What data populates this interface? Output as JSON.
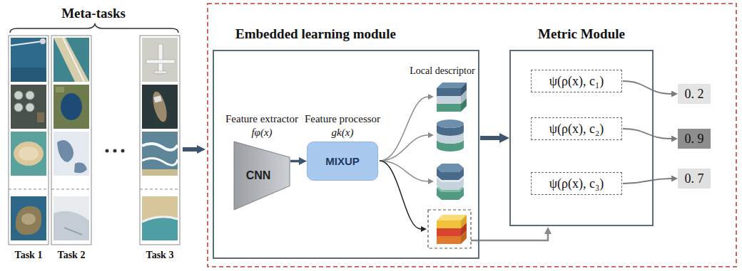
{
  "diagram": {
    "nodes": [
      {
        "text": [
          "Embedded learning module"
        ]
      },
      {
        "text": [
          "Feature extractor",
          "fφ(x)",
          "CNN"
        ],
        "in": 0
      },
      {
        "text": [
          "Feature processor",
          "gk(x)",
          "MIXUP"
        ],
        "in": 0
      },
      {
        "text": [
          "Metric Module"
        ]
      },
      {
        "text": [
          "ψ(ρ(x), c₁)"
        ],
        "in": 3
      },
      {
        "text": [
          "ψ(ρ(x), c₂)"
        ],
        "in": 3
      },
      {
        "text": [
          "ψ(ρ(x), c₃)"
        ],
        "in": 3
      },
      {
        "text": [
          "0. 2"
        ]
      },
      {
        "text": [
          "0. 9"
        ]
      },
      {
        "text": [
          "0. 7"
        ]
      }
    ],
    "edges": [
      {
        "from": 1,
        "to": 2,
        "arrow": "to"
      },
      {
        "from": 0,
        "to": 3,
        "arrow": "to"
      },
      {
        "from": 4,
        "to": 7,
        "arrow": "to"
      },
      {
        "from": 5,
        "to": 8,
        "arrow": "to"
      },
      {
        "from": 6,
        "to": 9,
        "arrow": "to"
      }
    ],
    "labels": [
      "Meta-tasks",
      "Task 1",
      "Task 2",
      "Task 3",
      "Local descriptor"
    ]
  }
}
